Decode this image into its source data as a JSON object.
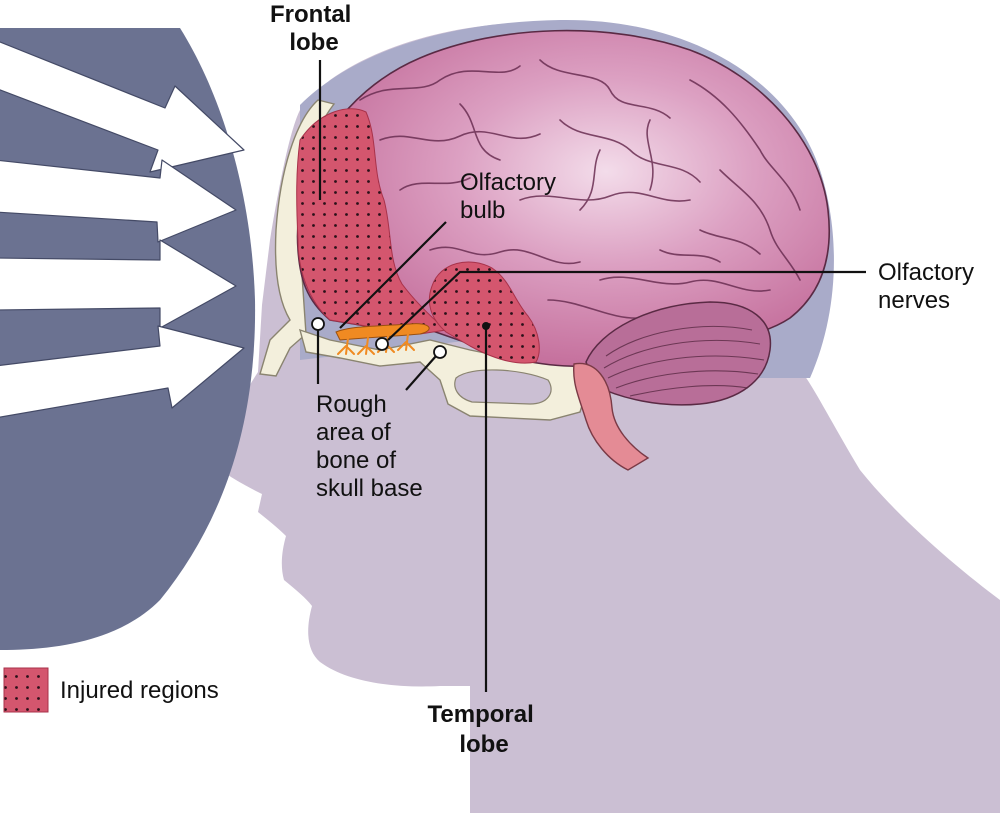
{
  "labels": {
    "frontal_lobe": [
      "Frontal",
      "lobe"
    ],
    "olfactory_bulb": [
      "Olfactory",
      "bulb"
    ],
    "olfactory_nerves": [
      "Olfactory",
      "nerves"
    ],
    "rough_area": [
      "Rough",
      "area of",
      "bone of",
      "skull base"
    ],
    "temporal_lobe": [
      "Temporal",
      "lobe"
    ]
  },
  "legend": {
    "label": "Injured regions"
  },
  "colors": {
    "impact": "#6b7291",
    "arrow": "#ffffff",
    "head": "#cbbfd3",
    "skull_cavity": "#a9abc9",
    "brain": "#c9789f",
    "brain_light": "#ebc7dc",
    "injury": "#d4566e",
    "bone": "#f3efdc",
    "nerve": "#f08a22",
    "brainstem": "#e48b95",
    "cerebellum": "#a7618a"
  }
}
